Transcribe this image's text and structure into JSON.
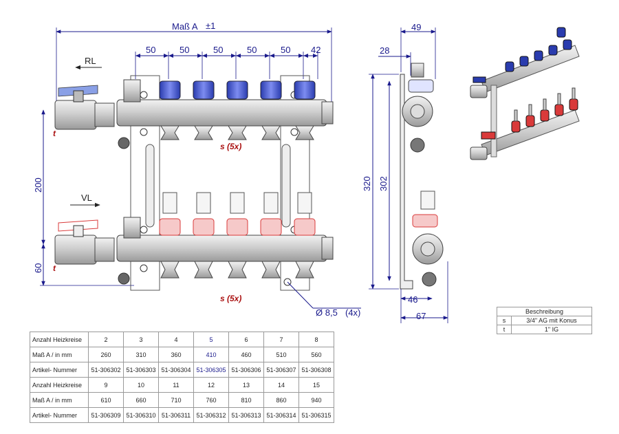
{
  "dimensions": {
    "mass_a": "Maß A",
    "mass_a_tol": "±1",
    "spacings": [
      "50",
      "50",
      "50",
      "50",
      "50",
      "42"
    ],
    "height_200": "200",
    "height_60": "60",
    "side_49": "49",
    "side_28": "28",
    "side_320": "320",
    "side_302": "302",
    "side_46": "46",
    "side_67": "67",
    "hole": "Ø 8,5",
    "hole_count": "(4x)"
  },
  "labels": {
    "rl": "RL",
    "vl": "VL",
    "t_top": "t",
    "t_bottom": "t",
    "s_top": "s (5x)",
    "s_bottom": "s (5x)"
  },
  "spec_table": {
    "rows": [
      {
        "label": "Anzahl Heizkreise",
        "values": [
          "2",
          "3",
          "4",
          "5",
          "6",
          "7",
          "8"
        ]
      },
      {
        "label": "Maß A / in mm",
        "values": [
          "260",
          "310",
          "360",
          "410",
          "460",
          "510",
          "560"
        ]
      },
      {
        "label": "Artikel- Nummer",
        "values": [
          "51-306302",
          "51-306303",
          "51-306304",
          "51-306305",
          "51-306306",
          "51-306307",
          "51-306308"
        ]
      },
      {
        "label": "Anzahl Heizkreise",
        "values": [
          "9",
          "10",
          "11",
          "12",
          "13",
          "14",
          "15"
        ]
      },
      {
        "label": "Maß A / in mm",
        "values": [
          "610",
          "660",
          "710",
          "760",
          "810",
          "860",
          "940"
        ]
      },
      {
        "label": "Artikel- Nummer",
        "values": [
          "51-306309",
          "51-306310",
          "51-306311",
          "51-306312",
          "51-306313",
          "51-306314",
          "51-306315"
        ]
      }
    ],
    "highlight_color": "#1a1a8c"
  },
  "description": {
    "title": "Beschreibung",
    "rows": [
      {
        "key": "s",
        "text": "3/4\" AG mit Konus"
      },
      {
        "key": "t",
        "text": "1\" IG"
      }
    ]
  },
  "colors": {
    "dimension": "#1a1a8c",
    "blue_cap": "#3f51c8",
    "red_cap": "#d93a3a",
    "annotation_red": "#aa1111"
  }
}
